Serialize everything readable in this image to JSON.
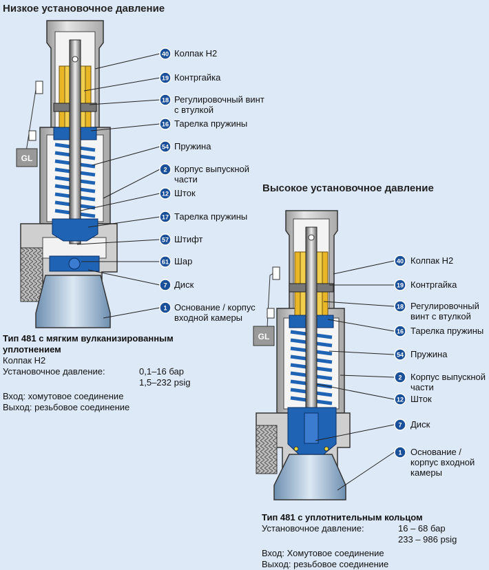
{
  "low": {
    "title": "Низкое установочное давление",
    "gl": "GL",
    "callouts": [
      {
        "num": "40",
        "text": "Колпак H2"
      },
      {
        "num": "19",
        "text": "Контргайка"
      },
      {
        "num": "18",
        "text": "Регулировочный винт с втулкой"
      },
      {
        "num": "16",
        "text": "Тарелка пружины"
      },
      {
        "num": "54",
        "text": "Пружина"
      },
      {
        "num": "2",
        "text": "Корпус выпускной части"
      },
      {
        "num": "12",
        "text": "Шток"
      },
      {
        "num": "17",
        "text": "Тарелка пружины"
      },
      {
        "num": "57",
        "text": "Штифт"
      },
      {
        "num": "61",
        "text": "Шар"
      },
      {
        "num": "7",
        "text": "Диск"
      },
      {
        "num": "1",
        "text": "Основание / корпус входной камеры"
      }
    ],
    "spec": {
      "heading": "Тип 481 с мягким вулканизированным уплотнением",
      "line1": "Колпак H2",
      "pressure_label": "Установочное давление:",
      "pressure_bar": "0,1–16 бар",
      "pressure_psig": "1,5–232 psig",
      "inlet": "Вход: хомутовое соединение",
      "outlet": "Выход: резьбовое соединение"
    }
  },
  "high": {
    "title": "Высокое установочное давление",
    "gl": "GL",
    "callouts": [
      {
        "num": "40",
        "text": "Колпак H2"
      },
      {
        "num": "19",
        "text": "Контргайка"
      },
      {
        "num": "18",
        "text": "Регулировочный винт с втулкой"
      },
      {
        "num": "16",
        "text": "Тарелка пружины"
      },
      {
        "num": "54",
        "text": "Пружина"
      },
      {
        "num": "2",
        "text": "Корпус выпускной части"
      },
      {
        "num": "12",
        "text": "Шток"
      },
      {
        "num": "7",
        "text": "Диск"
      },
      {
        "num": "1",
        "text": "Основание / корпус входной камеры"
      }
    ],
    "spec": {
      "heading": "Тип 481 с уплотнительным кольцом",
      "pressure_label": "Установочное давление:",
      "pressure_bar": "16 – 68 бар",
      "pressure_psig": "233 – 986 psig",
      "inlet": "Вход: Хомутовое соединение",
      "outlet": "Выход: резьбовое соединение"
    }
  },
  "colors": {
    "background": "#dde9f6",
    "body": "#d4d4d4",
    "outline": "#333333",
    "blue": "#1f63b4",
    "gold": "#e8b627",
    "badge": "#1a4f9a"
  }
}
